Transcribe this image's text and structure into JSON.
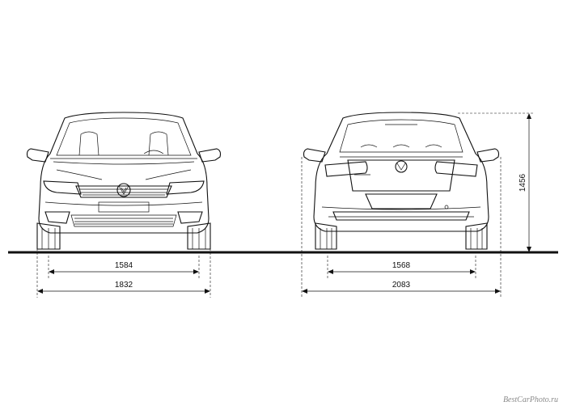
{
  "dimensions": {
    "front_track": "1584",
    "front_width": "1832",
    "rear_track": "1568",
    "rear_width_mirrors": "2083",
    "height": "1456"
  },
  "watermark": "BestCarPhoto.ru",
  "colors": {
    "line": "#111111",
    "background": "#ffffff",
    "watermark": "#8a8a8a"
  }
}
